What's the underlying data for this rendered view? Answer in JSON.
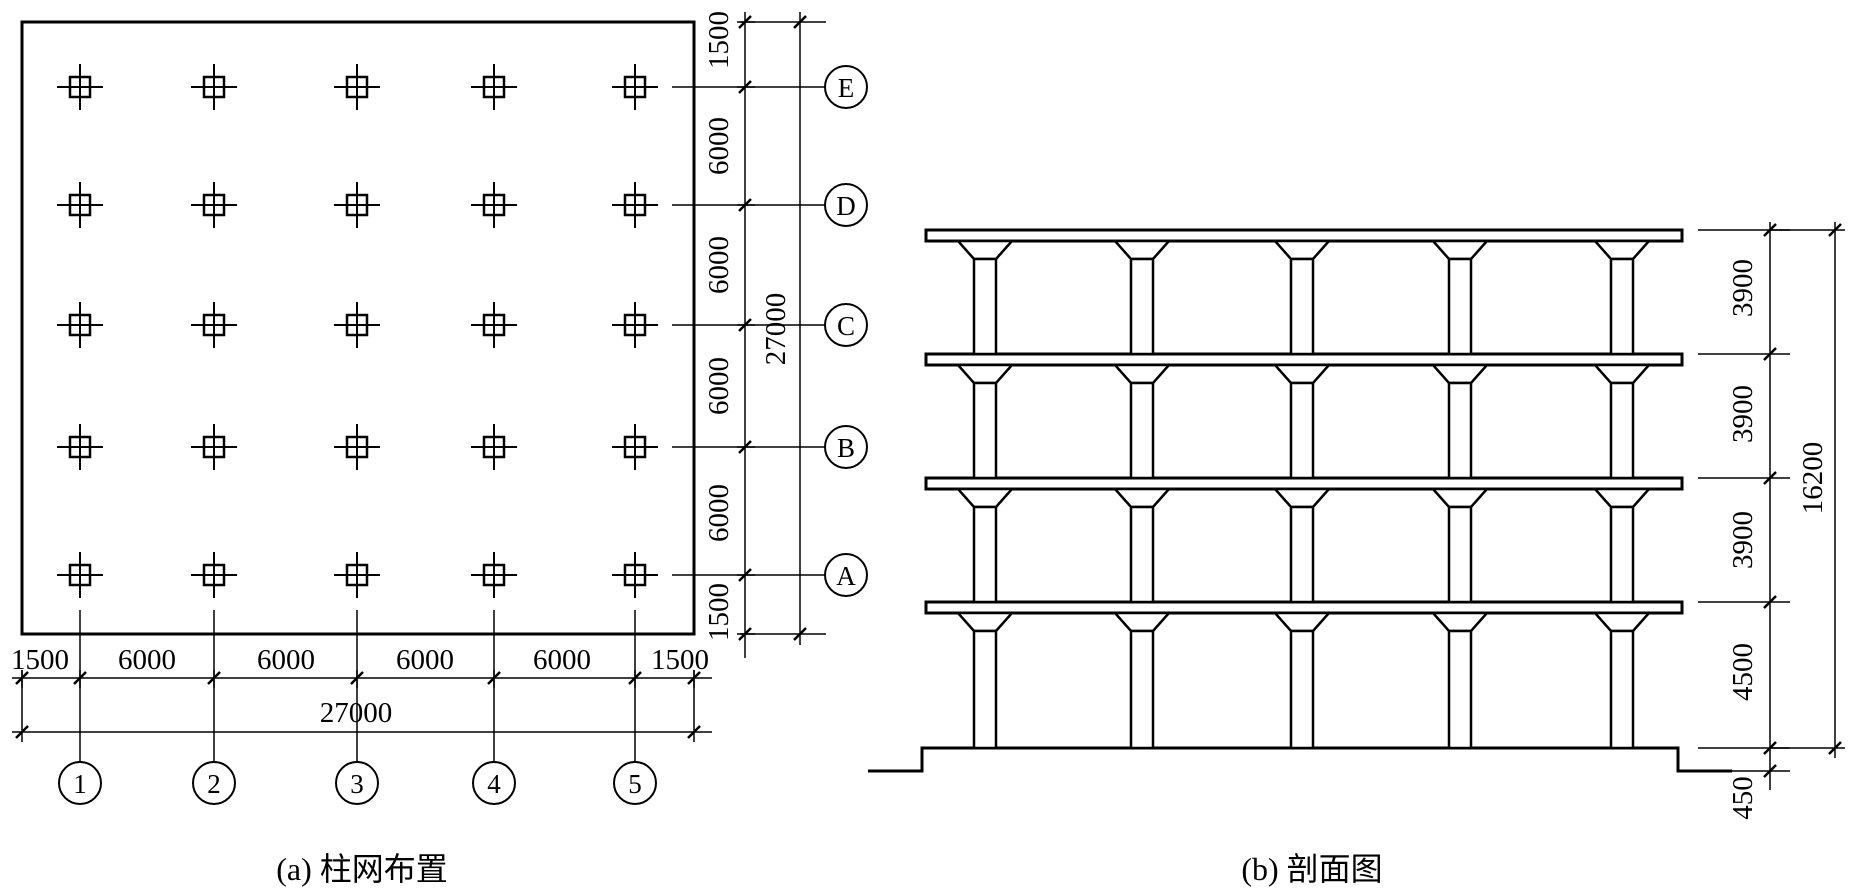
{
  "plan": {
    "x_axes": [
      "1",
      "2",
      "3",
      "4",
      "5"
    ],
    "y_axes": [
      "A",
      "B",
      "C",
      "D",
      "E"
    ],
    "x_dims": [
      "1500",
      "6000",
      "6000",
      "6000",
      "6000",
      "1500"
    ],
    "x_total": "27000",
    "y_dims_bottom_to_top": [
      "1500",
      "6000",
      "6000",
      "6000",
      "6000",
      "1500"
    ],
    "y_total": "27000",
    "caption": "(a) 柱网布置"
  },
  "section": {
    "story_dims_top_to_bottom": [
      "3900",
      "3900",
      "3900",
      "4500"
    ],
    "total_height": "16200",
    "foundation_dim": "450",
    "caption": "(b) 剖面图"
  }
}
